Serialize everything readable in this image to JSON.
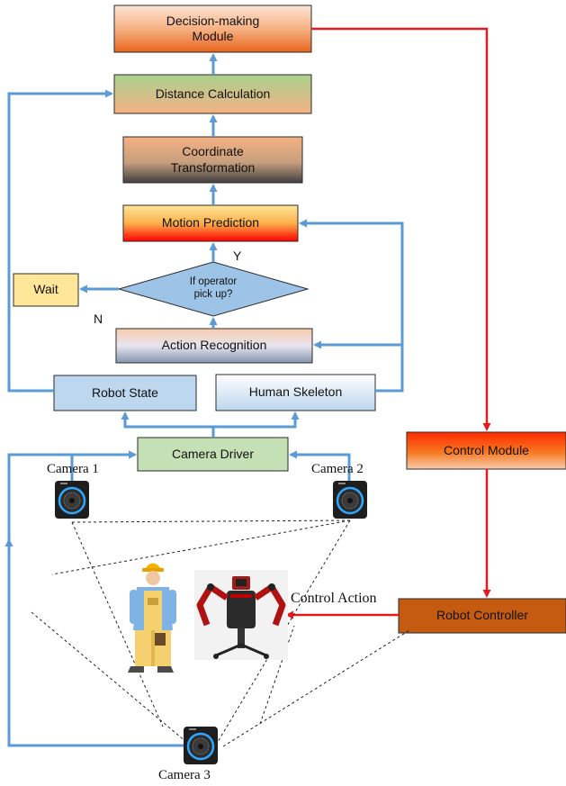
{
  "boxes": {
    "decision": "Decision-making Module",
    "distance": "Distance Calculation",
    "coordinate": "Coordinate Transformation",
    "motion": "Motion Prediction",
    "wait": "Wait",
    "action": "Action Recognition",
    "robot_state": "Robot State",
    "human_skeleton": "Human Skeleton",
    "camera_driver": "Camera Driver",
    "control_module": "Control Module",
    "robot_controller": "Robot Controller"
  },
  "decision_diamond": {
    "line1": "If operator",
    "line2": "pick up?"
  },
  "branch_labels": {
    "yes": "Y",
    "no": "N"
  },
  "cameras": {
    "cam1": "Camera 1",
    "cam2": "Camera 2",
    "cam3": "Camera 3"
  },
  "control_action": "Control Action",
  "colors": {
    "flow_arrow": "#5b9bd5",
    "control_arrow": "#e8191d",
    "robot_state_fill": "#bdd7ee",
    "camera_driver_fill": "#c5e0b4",
    "wait_fill": "#ffe699",
    "diamond_fill": "#9dc3e6",
    "robot_controller_fill": "#c55a11"
  },
  "icons": [
    "camera-icon",
    "worker-icon",
    "robot-icon"
  ]
}
